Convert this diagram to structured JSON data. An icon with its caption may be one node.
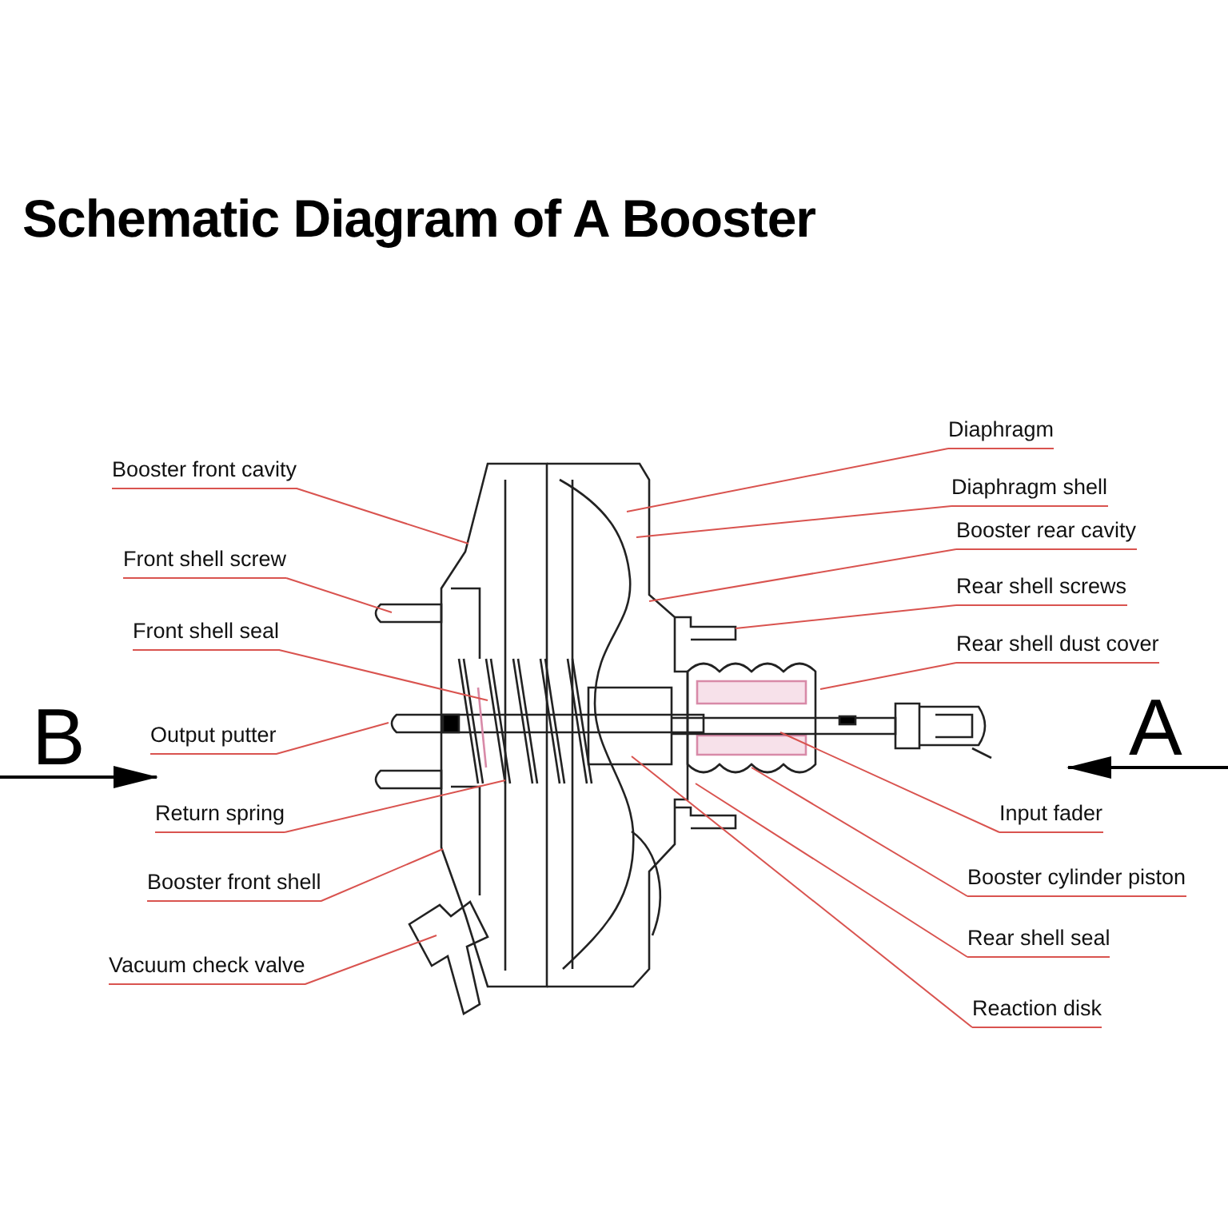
{
  "diagram": {
    "title": "Schematic Diagram of A Booster",
    "nodes": [
      {
        "text": [
          "Booster front cavity"
        ]
      },
      {
        "text": [
          "Front shell screw"
        ]
      },
      {
        "text": [
          "Front shell seal"
        ]
      },
      {
        "text": [
          "Output putter"
        ]
      },
      {
        "text": [
          "Return spring"
        ]
      },
      {
        "text": [
          "Booster front shell"
        ]
      },
      {
        "text": [
          "Vacuum check valve"
        ]
      },
      {
        "text": [
          "Diaphragm"
        ]
      },
      {
        "text": [
          "Diaphragm shell"
        ]
      },
      {
        "text": [
          "Booster rear cavity"
        ]
      },
      {
        "text": [
          "Rear shell screws"
        ]
      },
      {
        "text": [
          "Rear shell dust cover"
        ]
      },
      {
        "text": [
          "Input fader"
        ]
      },
      {
        "text": [
          "Booster cylinder piston"
        ]
      },
      {
        "text": [
          "Rear shell seal"
        ]
      },
      {
        "text": [
          "Reaction disk"
        ]
      }
    ],
    "edges": [
      {
        "from": 0,
        "to": null,
        "arrow": "none"
      },
      {
        "from": 1,
        "to": null,
        "arrow": "none"
      },
      {
        "from": 2,
        "to": null,
        "arrow": "none"
      },
      {
        "from": 3,
        "to": null,
        "arrow": "none"
      },
      {
        "from": 4,
        "to": null,
        "arrow": "none"
      },
      {
        "from": 5,
        "to": null,
        "arrow": "none"
      },
      {
        "from": 6,
        "to": null,
        "arrow": "none"
      },
      {
        "from": 7,
        "to": null,
        "arrow": "none"
      },
      {
        "from": 8,
        "to": null,
        "arrow": "none"
      },
      {
        "from": 9,
        "to": null,
        "arrow": "none"
      },
      {
        "from": 10,
        "to": null,
        "arrow": "none"
      },
      {
        "from": 11,
        "to": null,
        "arrow": "none"
      },
      {
        "from": 12,
        "to": null,
        "arrow": "none"
      },
      {
        "from": 13,
        "to": null,
        "arrow": "none"
      },
      {
        "from": 14,
        "to": null,
        "arrow": "none"
      },
      {
        "from": 15,
        "to": null,
        "arrow": "none"
      }
    ],
    "labels": [
      "B",
      "A"
    ]
  }
}
